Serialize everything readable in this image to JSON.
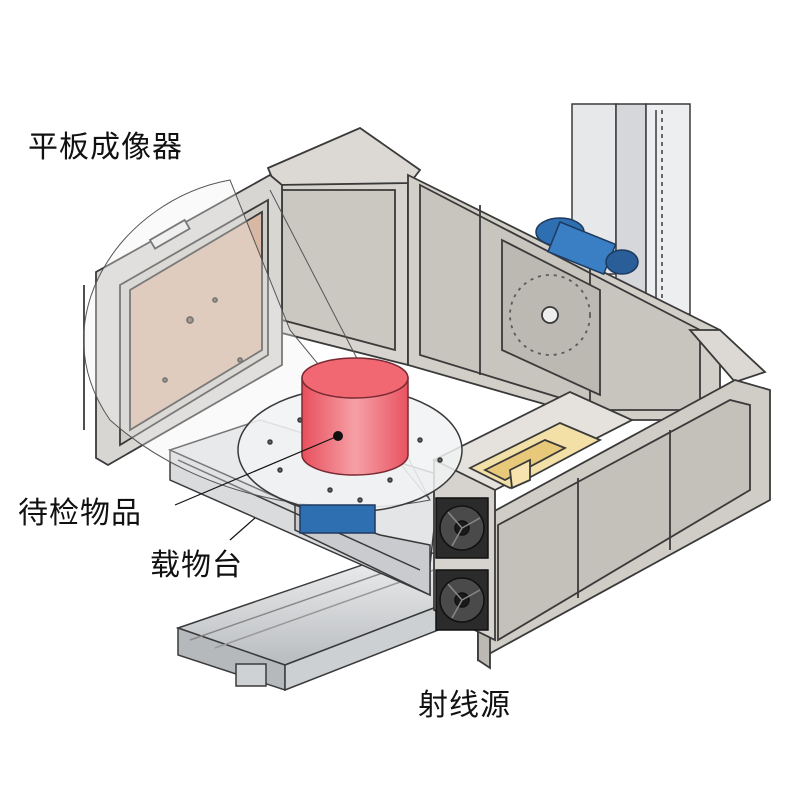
{
  "labels": {
    "detector": "平板成像器",
    "sample": "待检物品",
    "stage": "载物台",
    "source": "射线源"
  },
  "colors": {
    "frame_fill": "#d9d6d1",
    "frame_inner": "#cdc9c3",
    "detector_plate": "#d6b8a4",
    "sample_red": "#ee5a66",
    "motor_blue": "#2e6fb2",
    "rail_gray": "#c9ccce",
    "edge": "#3a3a3a"
  },
  "icons": [
    "fan-icon",
    "fan-icon"
  ]
}
